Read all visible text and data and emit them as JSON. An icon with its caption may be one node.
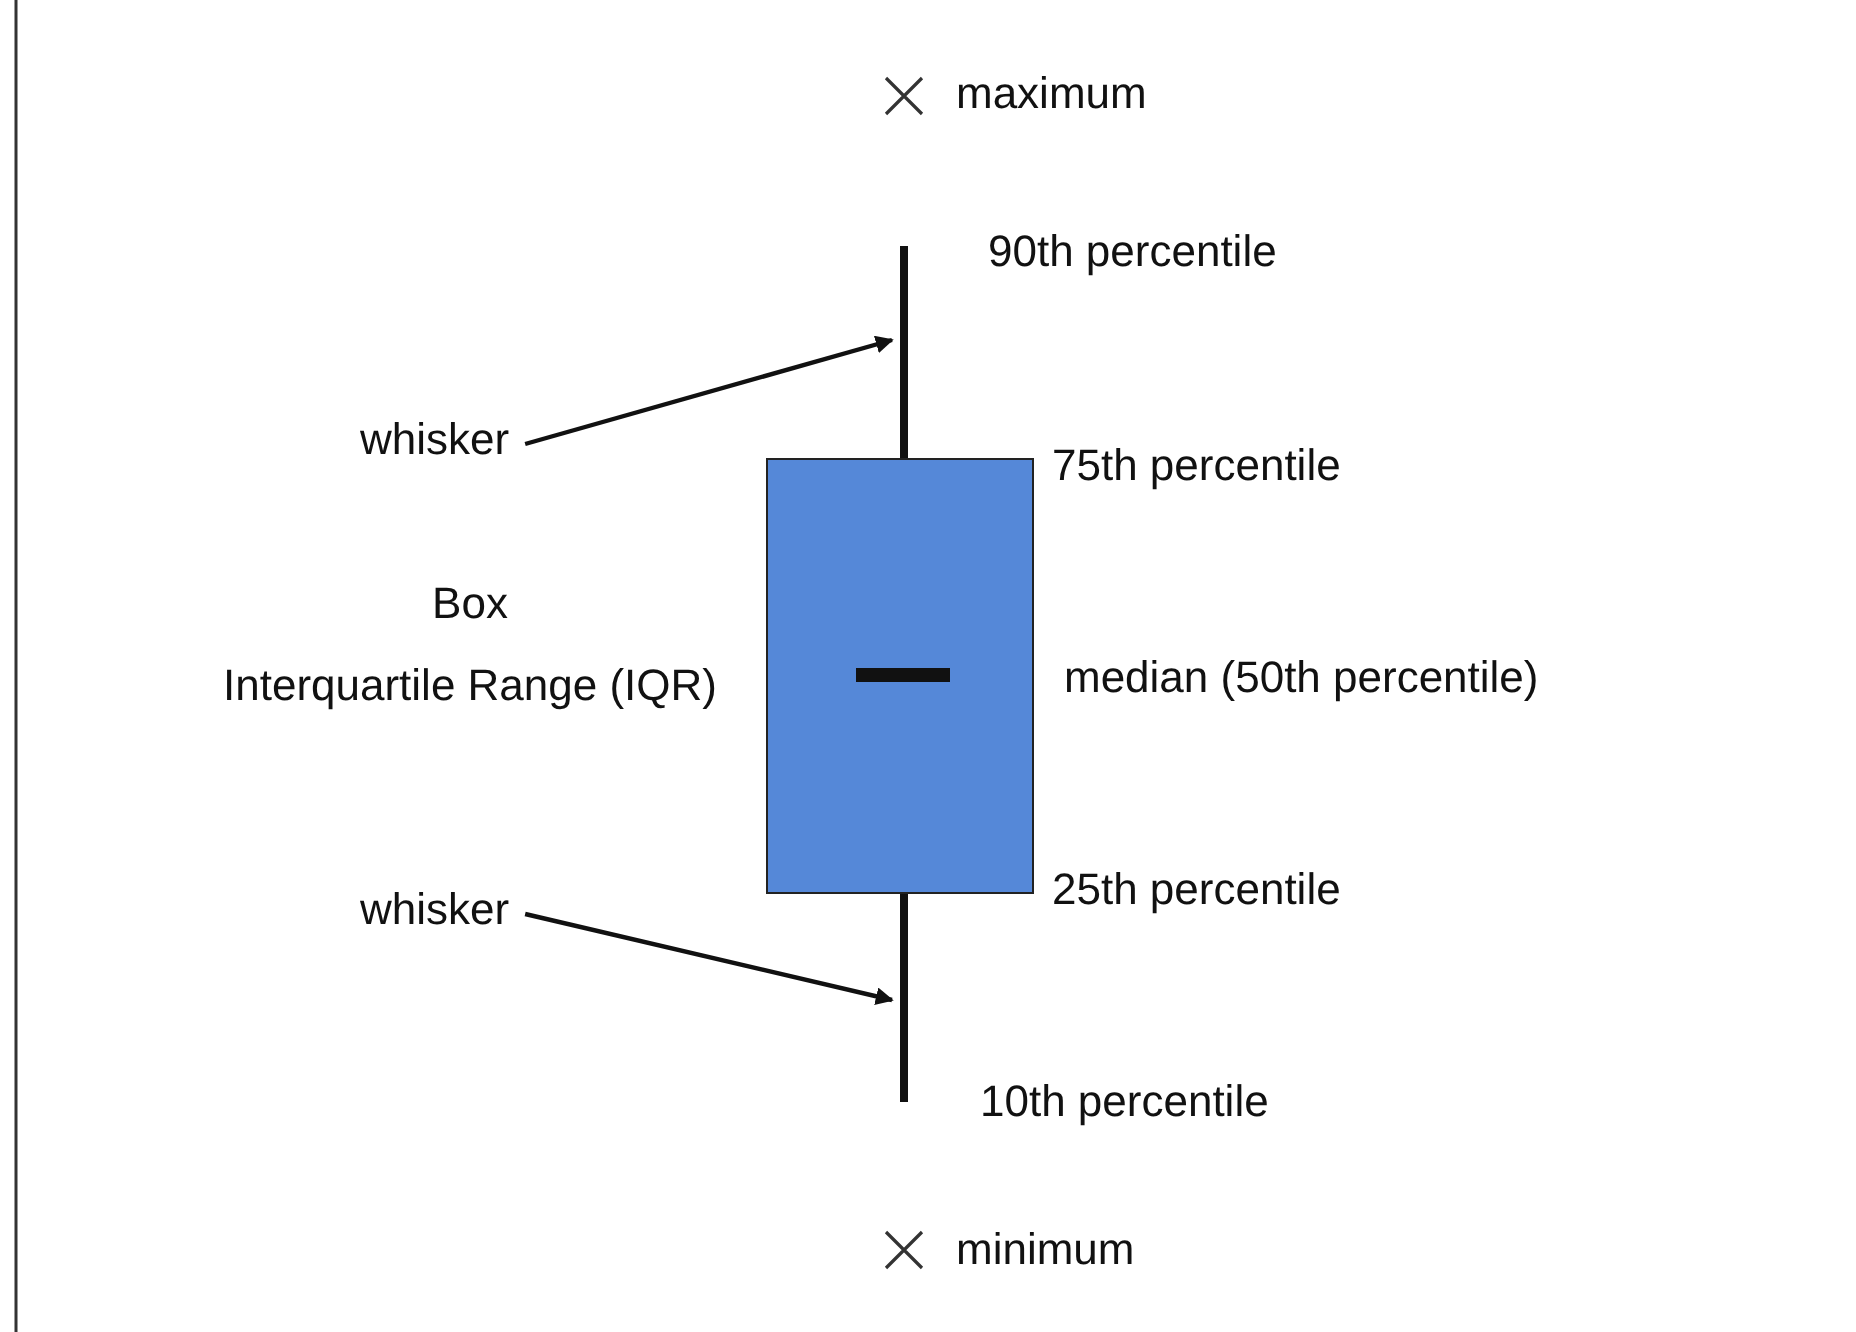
{
  "diagram": {
    "nodes": [
      {
        "text": [
          "whisker"
        ]
      },
      {
        "text": [],
        "shape": "bar"
      },
      {
        "text": [
          "whisker"
        ]
      },
      {
        "text": [],
        "shape": "bar"
      },
      {
        "text": [],
        "shape": "box"
      }
    ],
    "edges": [
      {
        "from": 0,
        "to": 1,
        "arrow": "to"
      },
      {
        "from": 2,
        "to": 3,
        "arrow": "to"
      }
    ],
    "labels": [
      "maximum",
      "90th percentile",
      "75th percentile",
      "Box",
      "Interquartile Range (IQR)",
      "median (50th percentile)",
      "25th percentile",
      "10th percentile",
      "minimum"
    ]
  }
}
